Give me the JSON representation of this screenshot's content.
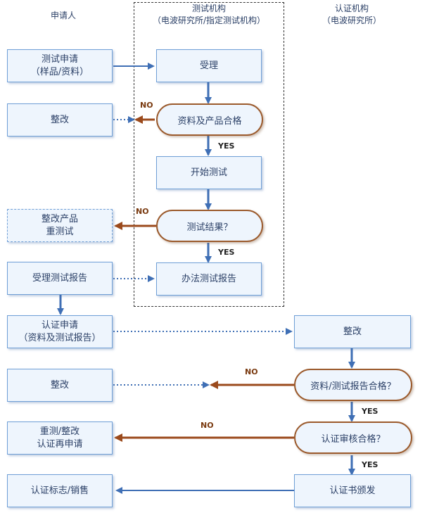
{
  "headers": {
    "applicant": "申请人",
    "test_org_line1": "测试机构",
    "test_org_line2": "（电波研究所/指定测试机构）",
    "cert_org_line1": "认证机构",
    "cert_org_line2": "（电波研究所）"
  },
  "nodes": {
    "test_application": "测试申请\n（样品/资料）",
    "rectify_1": "整改",
    "rectify_retest": "整改产品\n重测试",
    "receive_test_report": "受理测试报告",
    "cert_application": "认证申请\n（资料及测试报告）",
    "rectify_2": "整改",
    "retest_reapply": "重测/整改\n认证再申请",
    "cert_mark_sales": "认证标志/销售",
    "accept": "受理",
    "docs_product_ok": "资料及产品合格",
    "start_test": "开始测试",
    "test_result": "测试结果？",
    "issue_test_report": "办法测试报告",
    "cert_rectify": "整改",
    "docs_report_ok": "资料/测试报告合格？",
    "cert_review_ok": "认证审核合格？",
    "cert_issue": "认证书颁发"
  },
  "labels": {
    "no1": "NO",
    "yes1": "YES",
    "no2": "NO",
    "yes2": "YES",
    "no3": "NO",
    "yes3": "YES",
    "no4": "NO",
    "yes4": "YES"
  },
  "colors": {
    "blue_arrow": "#3f6fb5",
    "brown_arrow": "#9b4a1c",
    "box_fill": "#eef5fd"
  }
}
